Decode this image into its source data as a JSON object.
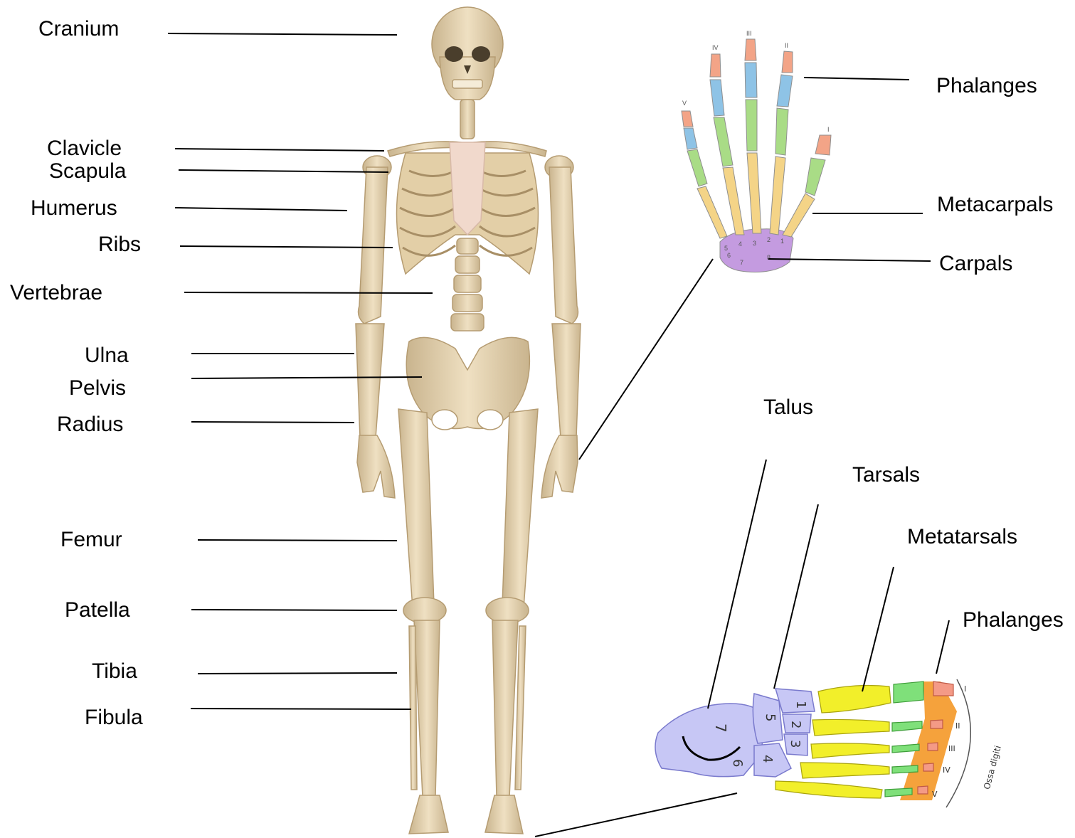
{
  "labels": {
    "cranium": "Cranium",
    "clavicle": "Clavicle",
    "scapula": "Scapula",
    "humerus": "Humerus",
    "ribs": "Ribs",
    "vertebrae": "Vertebrae",
    "ulna": "Ulna",
    "pelvis": "Pelvis",
    "radius": "Radius",
    "femur": "Femur",
    "patella": "Patella",
    "tibia": "Tibia",
    "fibula": "Fibula",
    "hand_phalanges": "Phalanges",
    "metacarpals": "Metacarpals",
    "carpals": "Carpals",
    "talus": "Talus",
    "tarsals": "Tarsals",
    "metatarsals": "Metatarsals",
    "foot_phalanges": "Phalanges"
  },
  "hand_digit_numerals": [
    "V",
    "IV",
    "III",
    "II",
    "I"
  ],
  "hand_carpal_numbers": [
    "1",
    "2",
    "3",
    "4",
    "5",
    "6",
    "7",
    "8"
  ],
  "foot_tarsal_numbers": [
    "1",
    "2",
    "3",
    "4",
    "5",
    "6",
    "7"
  ],
  "foot_digit_numerals": [
    "I",
    "II",
    "III",
    "IV",
    "V"
  ],
  "foot_caption": "Ossa digiti",
  "colors": {
    "bone": "#e8d6b4",
    "bone_shade": "#c9b48e",
    "sternum": "#f1d9cc",
    "hand_distal": "#f3a487",
    "hand_middle": "#8ec3e6",
    "hand_proximal": "#a9dc86",
    "hand_metacarpal": "#f4d487",
    "hand_carpal": "#c49be0",
    "foot_tarsal": "#c7c7f5",
    "foot_metatarsal": "#f2ef2a",
    "foot_proximal": "#7fe07a",
    "foot_distal": "#f49a86",
    "foot_band": "#f5a23c",
    "line": "#000000"
  }
}
